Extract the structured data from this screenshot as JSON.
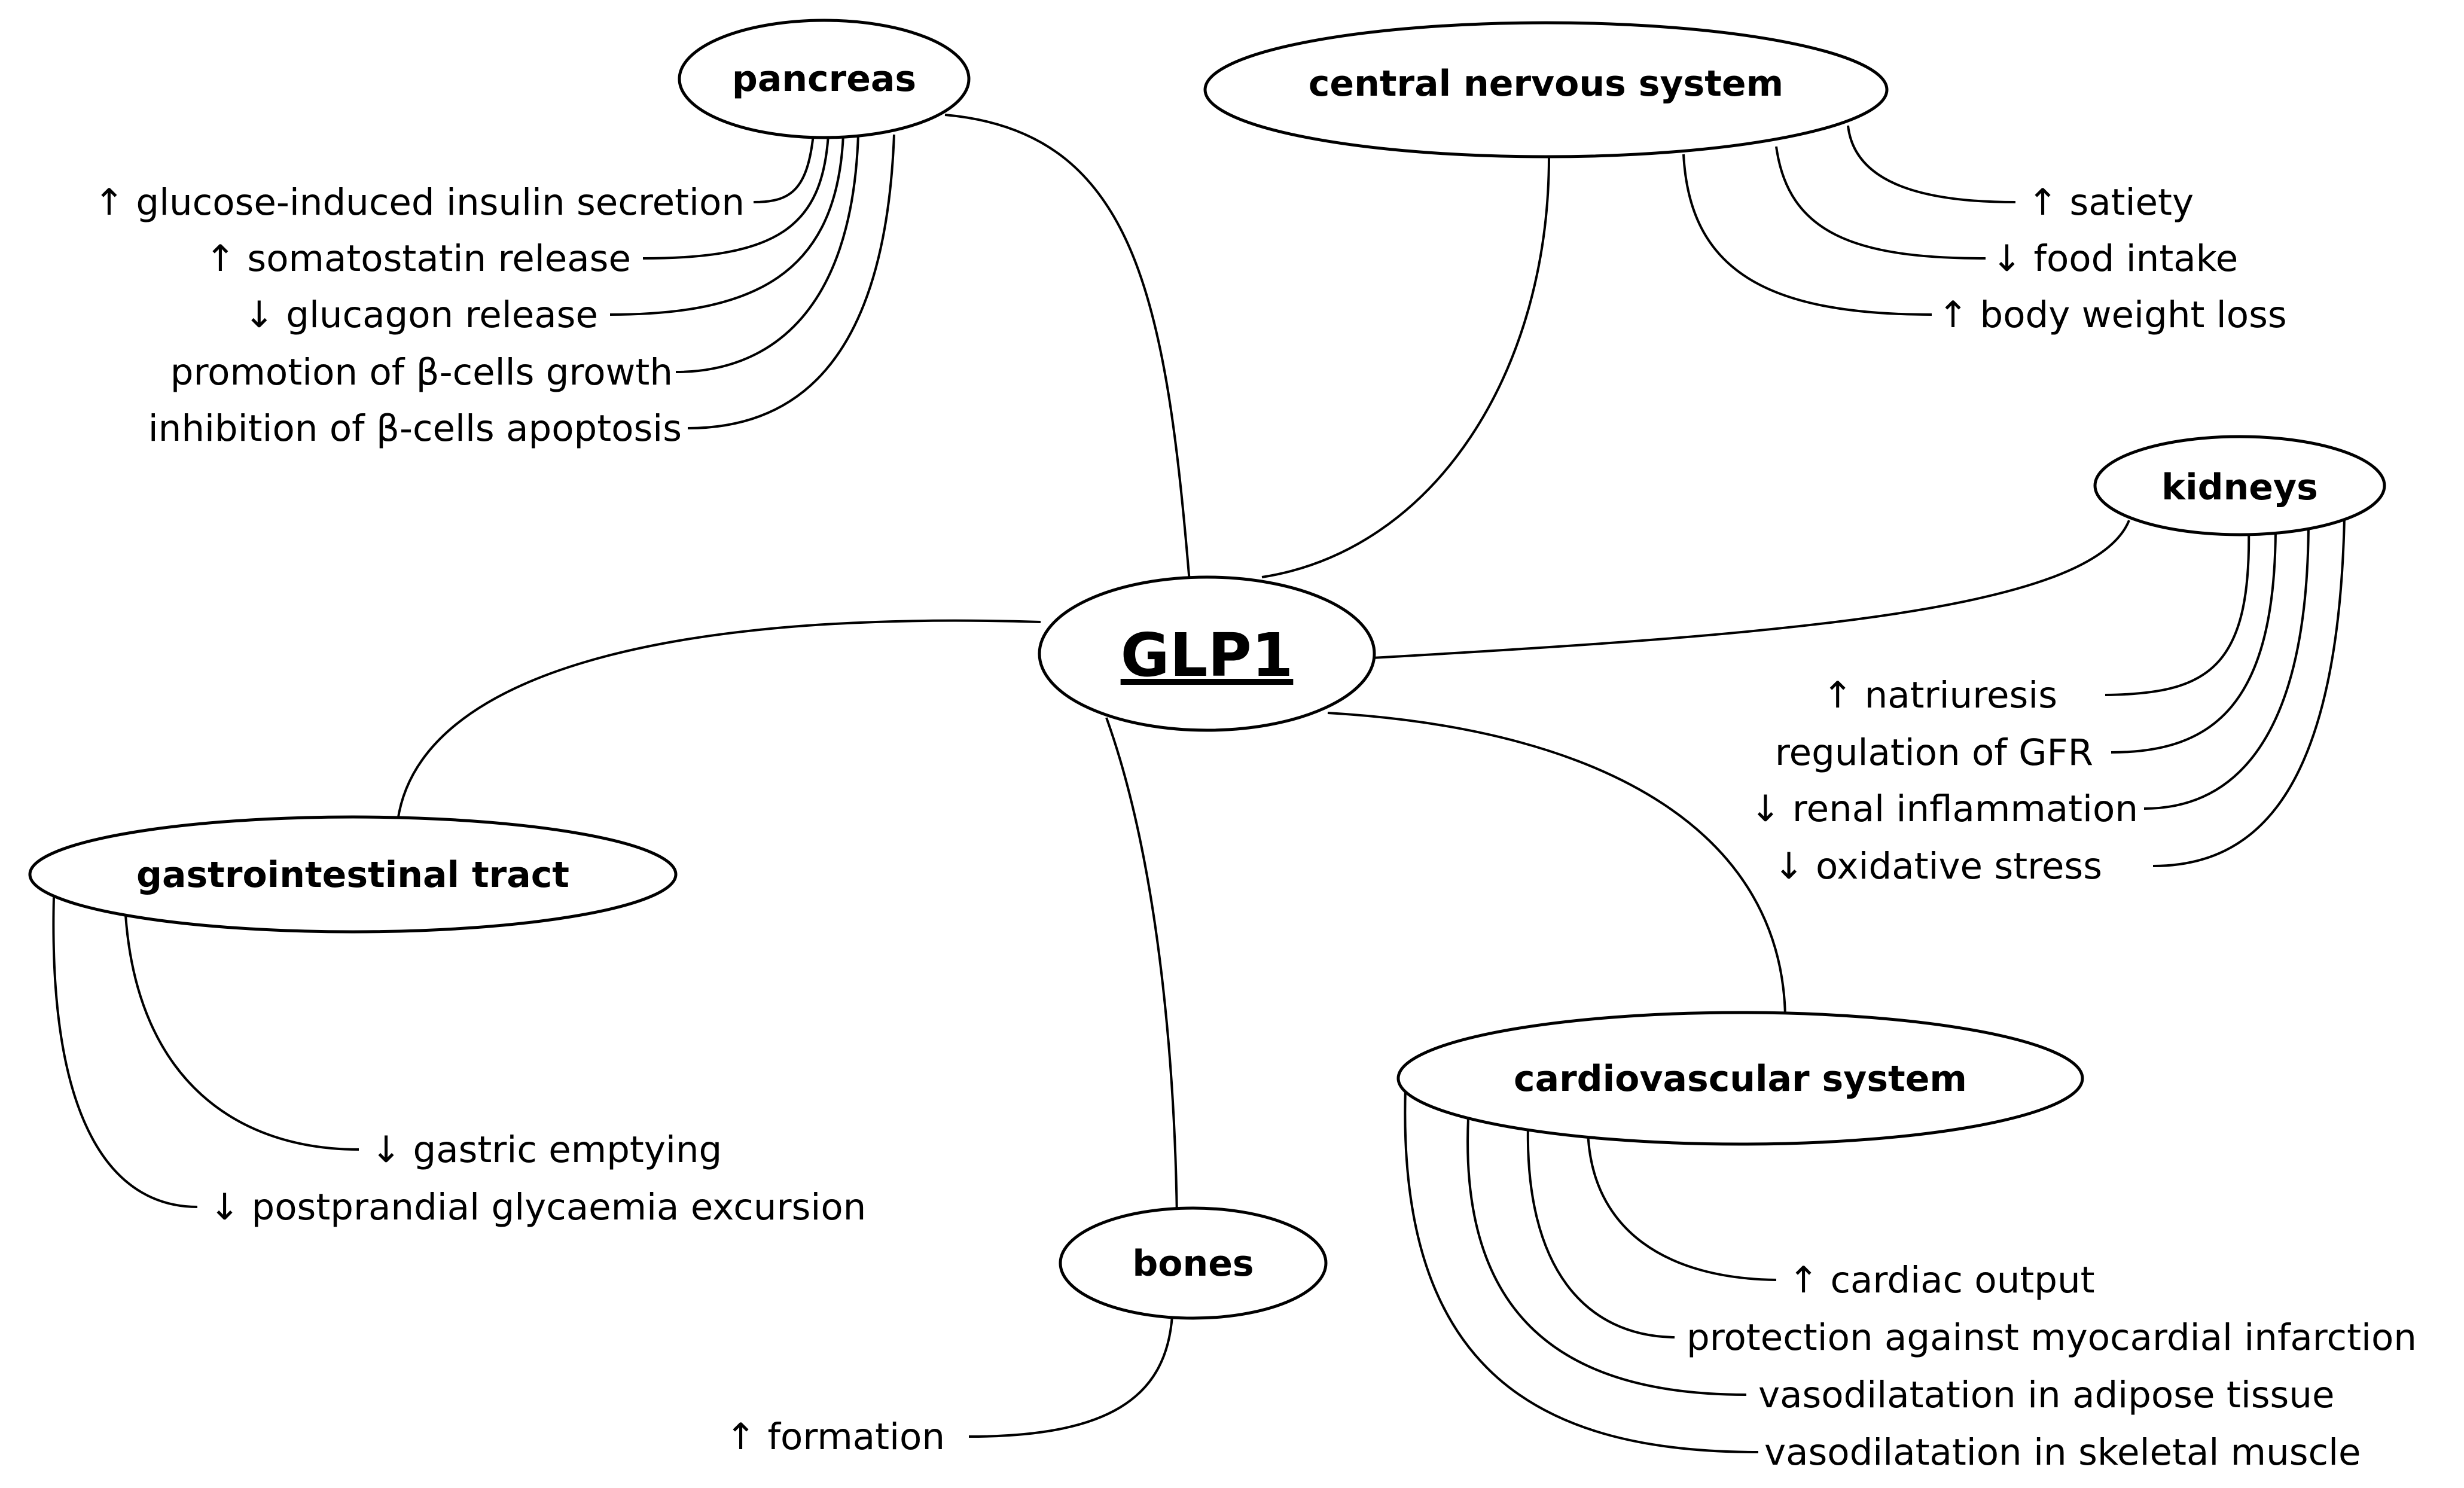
{
  "center": {
    "label": "GLP1"
  },
  "organs": {
    "pancreas": {
      "label": "pancreas",
      "effects": [
        "↑ glucose-induced insulin secretion",
        "↑ somatostatin release",
        "↓ glucagon release",
        "promotion of β-cells growth",
        "inhibition of β-cells apoptosis"
      ]
    },
    "cns": {
      "label": "central nervous system",
      "effects": [
        "↑ satiety",
        "↓ food intake",
        "↑ body weight loss"
      ]
    },
    "kidneys": {
      "label": "kidneys",
      "effects": [
        "↑ natriuresis",
        "regulation of GFR",
        "↓ renal inflammation",
        "↓ oxidative stress"
      ]
    },
    "gi": {
      "label": "gastrointestinal tract",
      "effects": [
        "↓ gastric emptying",
        "↓ postprandial glycaemia excursion"
      ]
    },
    "bones": {
      "label": "bones",
      "effects": [
        "↑ formation"
      ]
    },
    "cardio": {
      "label": "cardiovascular system",
      "effects": [
        "↑ cardiac output",
        "protection against myocardial infarction",
        "vasodilatation in adipose tissue",
        "vasodilatation in skeletal muscle"
      ]
    }
  }
}
